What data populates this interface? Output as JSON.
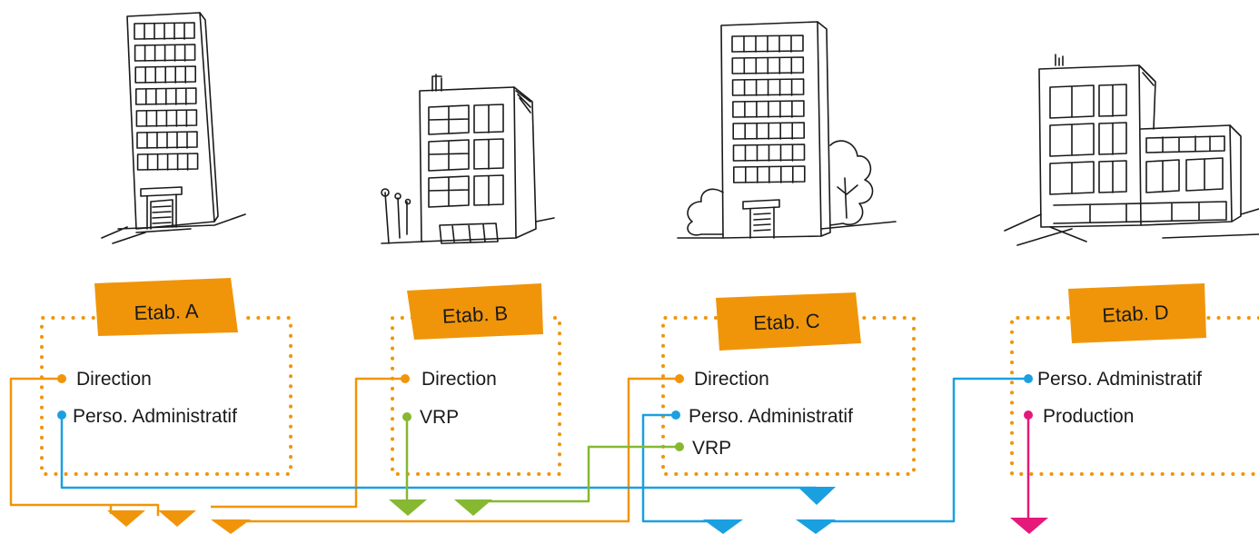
{
  "colors": {
    "orange": "#f0950a",
    "blue": "#1aa0e0",
    "green": "#86b832",
    "magenta": "#e5197a",
    "ink": "#1a1a1a"
  },
  "establishments": [
    {
      "tag": "Etab. A",
      "items": [
        "Direction",
        "Perso. Administratif"
      ]
    },
    {
      "tag": "Etab. B",
      "items": [
        "Direction",
        "VRP"
      ]
    },
    {
      "tag": "Etab. C",
      "items": [
        "Direction",
        "Perso. Administratif",
        "VRP"
      ]
    },
    {
      "tag": "Etab. D",
      "items": [
        "Perso. Administratif",
        "Production"
      ]
    }
  ],
  "buildings": [
    {
      "icon": "tall-tower-building-icon"
    },
    {
      "icon": "small-apartment-building-icon"
    },
    {
      "icon": "tower-with-trees-building-icon"
    },
    {
      "icon": "low-office-building-icon"
    }
  ]
}
